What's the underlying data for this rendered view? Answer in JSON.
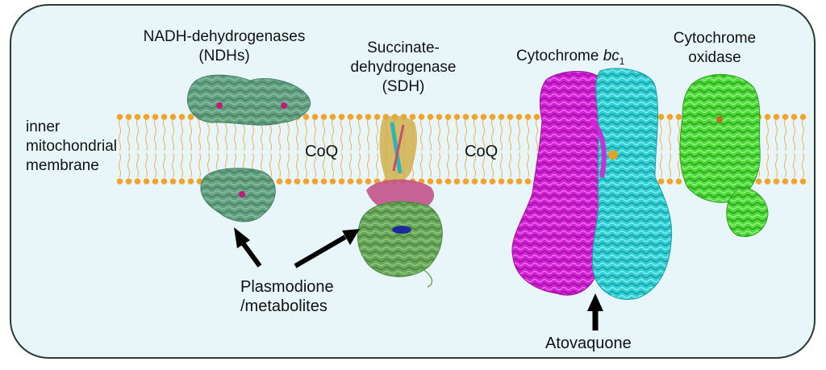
{
  "labels": {
    "membrane": [
      "inner",
      "mitochondrial",
      "membrane"
    ],
    "ndh": [
      "NADH-dehydrogenases",
      "(NDHs)"
    ],
    "sdh": [
      "Succinate-",
      "dehydrogenase",
      "(SDH)"
    ],
    "bc1_prefix": "Cytochrome ",
    "bc1_italic": "bc",
    "bc1_sub": "1",
    "cox": [
      "Cytochrome",
      "oxidase"
    ],
    "coq_1": "CoQ",
    "coq_2": "CoQ",
    "plasmodione": [
      "Plasmodione",
      "/metabolites"
    ],
    "atovaquone": "Atovaquone"
  },
  "colors": {
    "frame_fill": "#e8f6fa",
    "frame_stroke": "#2c3a34",
    "lipid_head": "#f2a32b",
    "lipid_tail": "#e9b050",
    "ndh_protein": "#5e9e7e",
    "sdh_flavo": "#6aa85a",
    "sdh_iron": "#c3548a",
    "sdh_membrane": "#d1b04a",
    "bc1_magenta": "#d321d6",
    "bc1_cyan": "#31d0d5",
    "cox_green": "#4fdc3a",
    "arrow": "#000000"
  },
  "icons": {
    "arrow_ndh": "arrow-up-left-icon",
    "arrow_sdh": "arrow-up-right-icon",
    "arrow_atovaquone": "arrow-up-icon"
  }
}
